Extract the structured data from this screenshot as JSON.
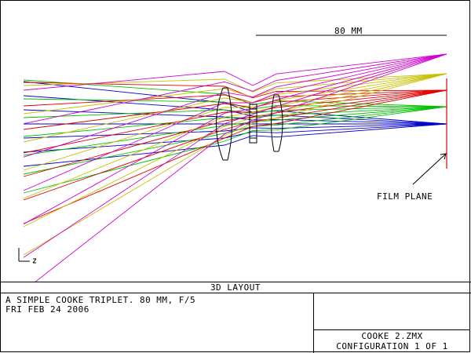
{
  "scale_bar": {
    "label": "80 MM"
  },
  "annotation": {
    "label": "FILM PLANE"
  },
  "colors": {
    "bundle_1": "#0000c8",
    "bundle_2": "#00c000",
    "bundle_3": "#e00000",
    "bundle_4": "#c8c000",
    "bundle_5": "#d000d0",
    "film_plane": "#e00000",
    "lens": "#000000"
  },
  "footer": {
    "title": "3D LAYOUT",
    "description": "A SIMPLE COOKE TRIPLET. 80 MM, F/5",
    "date": "FRI FEB 24 2006",
    "filename": "COOKE 2.ZMX",
    "configuration": "CONFIGURATION 1 OF 1"
  }
}
